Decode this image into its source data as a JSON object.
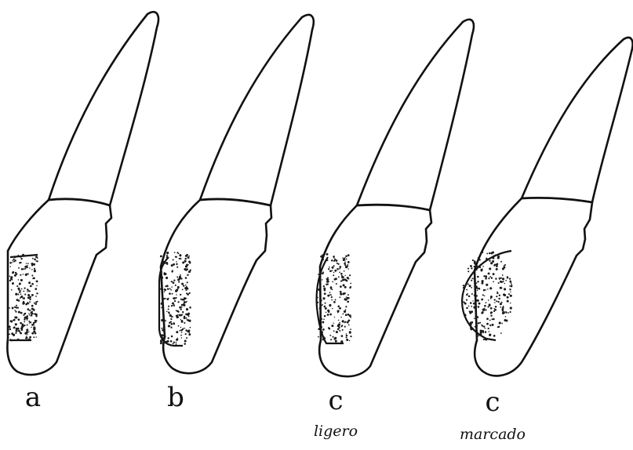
{
  "figure": {
    "teeth": [
      {
        "label": "a",
        "sublabel": ""
      },
      {
        "label": "b",
        "sublabel": ""
      },
      {
        "label": "c",
        "sublabel": "ligero"
      },
      {
        "label": "c",
        "sublabel": "marcado"
      }
    ],
    "colors": {
      "ink": "#111111",
      "paper": "#ffffff"
    }
  }
}
